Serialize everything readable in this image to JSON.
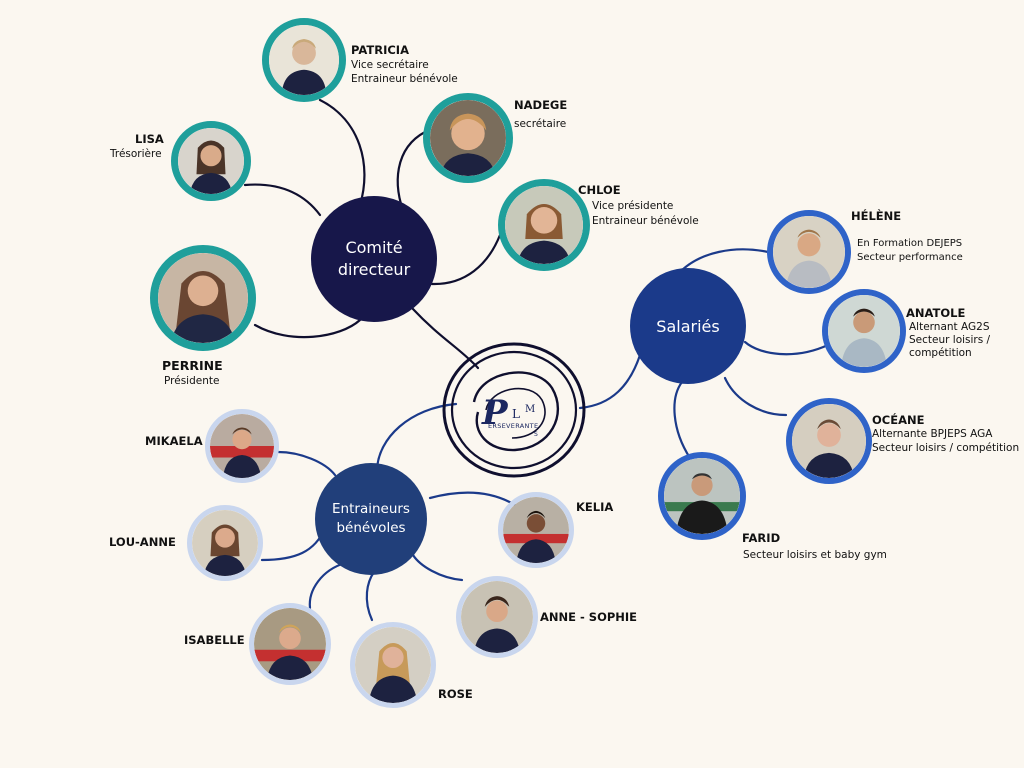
{
  "hubs": {
    "comite": {
      "line1": "Comité",
      "line2": "directeur"
    },
    "salaries": {
      "label": "Salariés"
    },
    "entraineurs": {
      "line1": "Entraineurs",
      "line2": "bénévoles"
    }
  },
  "logo": {
    "letter_p": "P",
    "letter_l": "L",
    "letter_m": "M",
    "word": "ERSEVERANTE",
    "letter_s": "S"
  },
  "colors": {
    "comite_hub": "#17174a",
    "salaries_hub": "#1b3a8a",
    "entraineurs_hub": "#213f7a",
    "comite_ring": "#1f9f9b",
    "salaries_ring": "#2f63c8",
    "entraineurs_ring": "#c9d6ee",
    "connector_dark": "#0f0f2e",
    "connector_blue": "#1b3a8a"
  },
  "members": {
    "patricia": {
      "name": "PATRICIA",
      "role1": "Vice secrétaire",
      "role2": "Entraineur bénévole"
    },
    "nadege": {
      "name": "NADEGE",
      "role1": "secrétaire"
    },
    "lisa": {
      "name": "LISA",
      "role1": "Trésorière"
    },
    "chloe": {
      "name": "CHLOE",
      "role1": "Vice présidente",
      "role2": "Entraineur bénévole"
    },
    "perrine": {
      "name": "PERRINE",
      "role1": "Présidente"
    },
    "helene": {
      "name": "HÉLÈNE",
      "role1": "En Formation DEJEPS",
      "role2": "Secteur performance"
    },
    "anatole": {
      "name": "ANATOLE",
      "role1": "Alternant AG2S",
      "role2": "Secteur loisirs /",
      "role3": "compétition"
    },
    "oceane": {
      "name": "OCÉANE",
      "role1": "Alternante BPJEPS  AGA",
      "role2": "Secteur loisirs / compétition"
    },
    "farid": {
      "name": "FARID",
      "role1": "Secteur loisirs et baby gym"
    },
    "mikaela": {
      "name": "MIKAELA"
    },
    "louanne": {
      "name": "LOU-ANNE"
    },
    "isabelle": {
      "name": "ISABELLE"
    },
    "rose": {
      "name": "ROSE"
    },
    "annesophie": {
      "name": "ANNE - SOPHIE"
    },
    "kelia": {
      "name": "KELIA"
    }
  }
}
